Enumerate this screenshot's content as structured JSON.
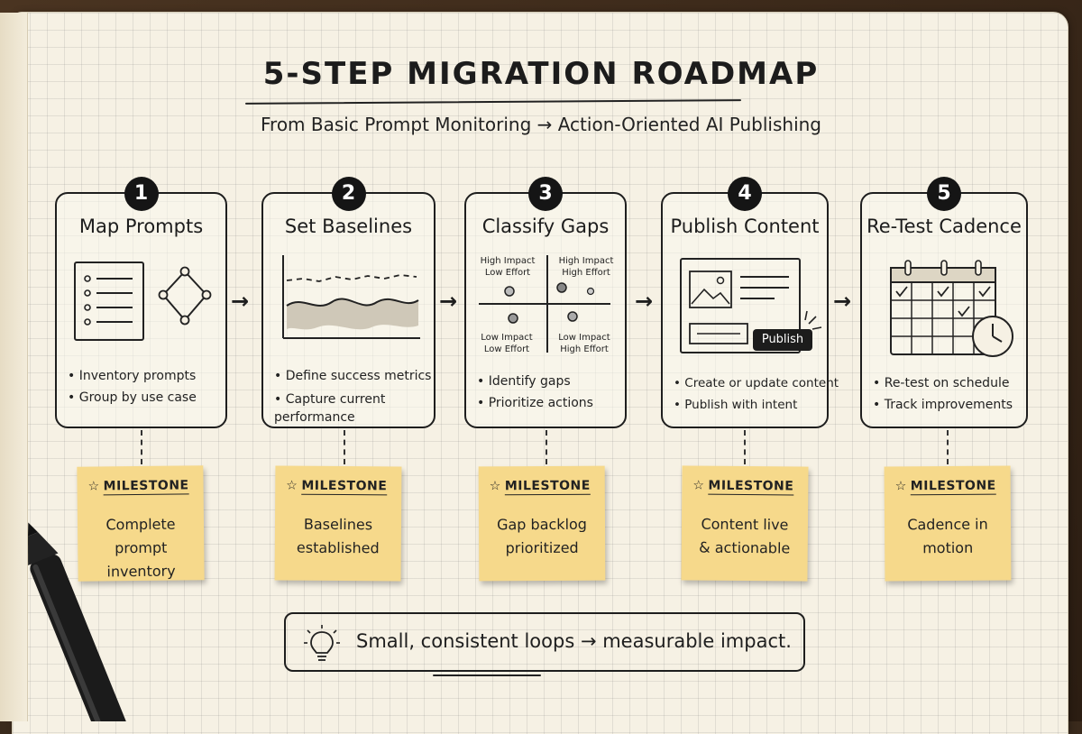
{
  "title": "5-STEP MIGRATION ROADMAP",
  "subtitle": "From Basic Prompt Monitoring → Action-Oriented AI Publishing",
  "steps": [
    {
      "number": "1",
      "title": "Map Prompts",
      "bullets": [
        "Inventory prompts",
        "Group by use case"
      ],
      "milestone_label": "MILESTONE",
      "milestone": "Complete prompt inventory"
    },
    {
      "number": "2",
      "title": "Set Baselines",
      "bullets": [
        "Define success metrics",
        "Capture current performance"
      ],
      "milestone_label": "MILESTONE",
      "milestone": "Baselines established"
    },
    {
      "number": "3",
      "title": "Classify Gaps",
      "bullets": [
        "Identify gaps",
        "Prioritize actions"
      ],
      "quadrants": [
        "High Impact Low Effort",
        "High Impact High Effort",
        "Low Impact Low Effort",
        "Low Impact High Effort"
      ],
      "milestone_label": "MILESTONE",
      "milestone": "Gap backlog prioritized"
    },
    {
      "number": "4",
      "title": "Publish Content",
      "bullets": [
        "Create or update content",
        "Publish with intent"
      ],
      "button": "Publish",
      "milestone_label": "MILESTONE",
      "milestone": "Content live & actionable"
    },
    {
      "number": "5",
      "title": "Re-Test Cadence",
      "bullets": [
        "Re-test on schedule",
        "Track improvements"
      ],
      "milestone_label": "MILESTONE",
      "milestone": "Cadence in motion"
    }
  ],
  "footer": "Small, consistent loops → measurable impact."
}
